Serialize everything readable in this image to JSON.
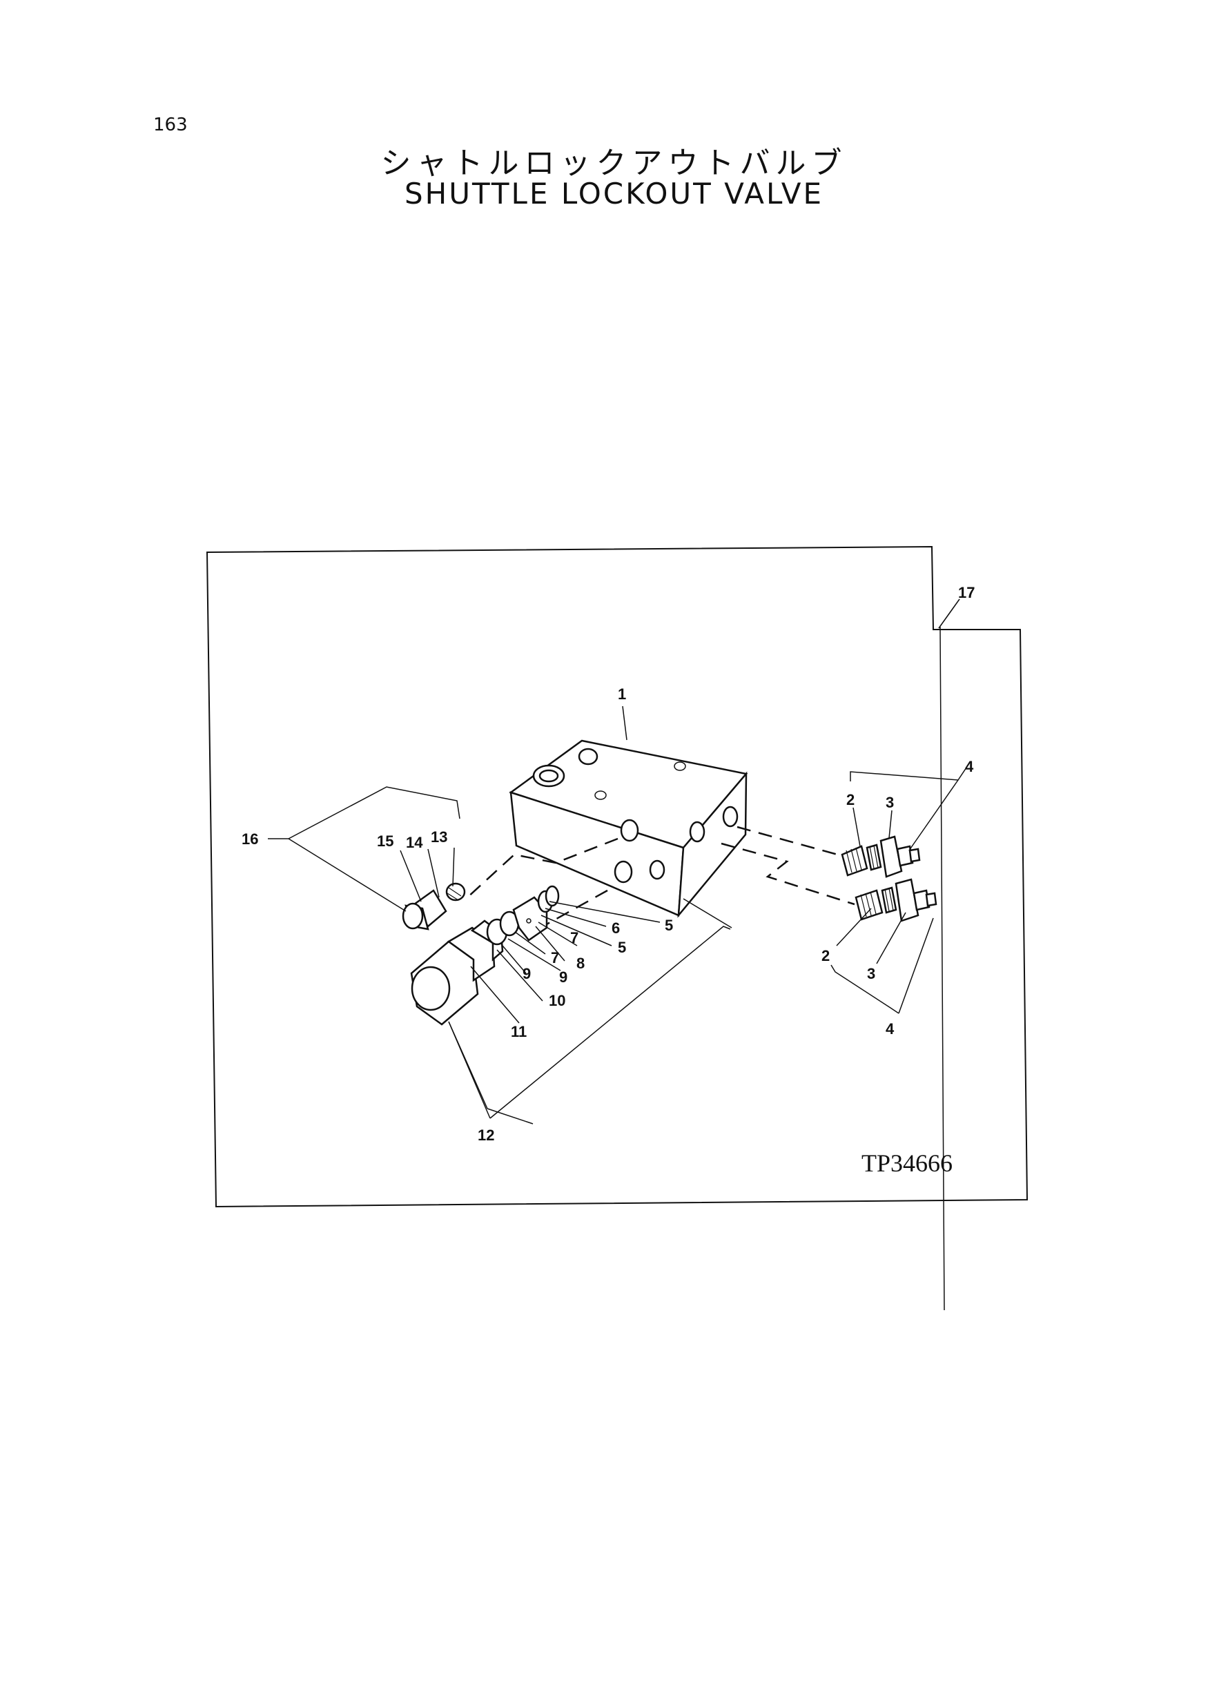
{
  "page": {
    "number": "163",
    "title_jp": "シャトルロックアウトバルブ",
    "title_en": "SHUTTLE LOCKOUT VALVE"
  },
  "diagram": {
    "drawing_id": "TP34666",
    "callouts": {
      "c1": "1",
      "c2a": "2",
      "c3a": "3",
      "c4a": "4",
      "c2b": "2",
      "c3b": "3",
      "c4b": "4",
      "c5a": "5",
      "c6": "6",
      "c5b": "5",
      "c7a": "7",
      "c8": "8",
      "c7b": "7",
      "c9a": "9",
      "c9b": "9",
      "c10": "10",
      "c11": "11",
      "c12": "12",
      "c13": "13",
      "c14": "14",
      "c15": "15",
      "c16": "16",
      "c17": "17"
    }
  }
}
